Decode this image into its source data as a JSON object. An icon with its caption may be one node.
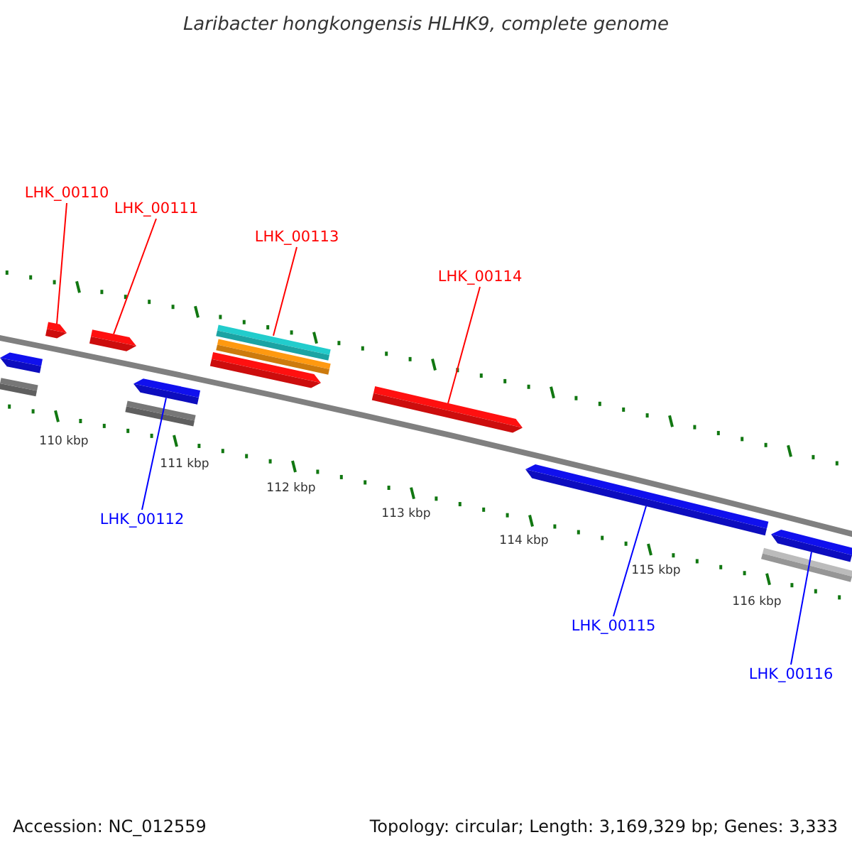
{
  "diagram": {
    "title": "Laribacter hongkongensis HLHK9, complete genome",
    "nodes": [
      {
        "text": [
          "LHK_00110"
        ]
      },
      {
        "text": [
          "LHK_00111"
        ]
      },
      {
        "text": [
          "LHK_00113"
        ]
      },
      {
        "text": [
          "LHK_00114"
        ]
      },
      {
        "text": [
          "LHK_00112"
        ]
      },
      {
        "text": [
          "LHK_00115"
        ]
      },
      {
        "text": [
          "LHK_00116"
        ]
      },
      {
        "text": [],
        "shape": "arrow"
      },
      {
        "text": [],
        "shape": "arrow"
      },
      {
        "text": [],
        "shape": "bar"
      },
      {
        "text": [],
        "shape": "arrow"
      },
      {
        "text": [],
        "shape": "arrow"
      },
      {
        "text": [],
        "shape": "arrow"
      },
      {
        "text": [],
        "shape": "arrow"
      },
      {
        "text": [],
        "shape": "arrow"
      },
      {
        "text": [],
        "shape": "bar"
      },
      {
        "text": [],
        "shape": "bar"
      },
      {
        "text": [],
        "shape": "arrow"
      },
      {
        "text": [],
        "shape": "bar"
      },
      {
        "text": [],
        "shape": "bar"
      }
    ],
    "edges": [
      {
        "from": 0,
        "to": 7,
        "arrow": "none"
      },
      {
        "from": 1,
        "to": 8,
        "arrow": "none"
      },
      {
        "from": 2,
        "to": 9,
        "arrow": "none"
      },
      {
        "from": 3,
        "to": 10,
        "arrow": "none"
      },
      {
        "from": 4,
        "to": 11,
        "arrow": "none",
        "color": "#0000ff"
      },
      {
        "from": 5,
        "to": 12,
        "arrow": "none",
        "color": "#0000ff"
      },
      {
        "from": 6,
        "to": 13,
        "arrow": "none",
        "color": "#0000ff"
      }
    ],
    "labels": [
      "110 kbp",
      "111 kbp",
      "112 kbp",
      "113 kbp",
      "114 kbp",
      "115 kbp",
      "116 kbp",
      "Accession: NC_012559",
      "Topology: circular; Length: 3,169,329 bp; Genes: 3,333"
    ]
  }
}
